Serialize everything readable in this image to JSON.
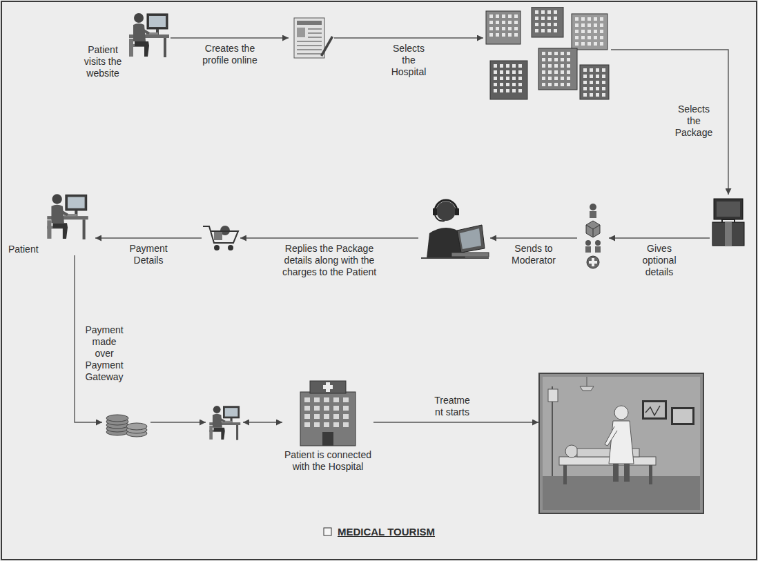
{
  "diagram": {
    "caption": "MEDICAL TOURISM",
    "nodes": [
      {
        "text": [
          "Patient visits the website"
        ]
      },
      {
        "text": []
      },
      {
        "text": []
      },
      {
        "text": []
      },
      {
        "text": []
      },
      {
        "text": []
      },
      {
        "text": []
      },
      {
        "text": [
          "Patient"
        ]
      },
      {
        "text": []
      },
      {
        "text": []
      },
      {
        "text": [
          "Patient is connected with the Hospital"
        ]
      },
      {
        "text": []
      }
    ],
    "edges": [
      {
        "from": 0,
        "to": 1,
        "label": "Creates the profile online",
        "arrow": "to"
      },
      {
        "from": 1,
        "to": 2,
        "label": "Selects the Hospital",
        "arrow": "to"
      },
      {
        "from": 2,
        "to": 3,
        "label": "Selects the Package",
        "arrow": "to"
      },
      {
        "from": 3,
        "to": 4,
        "label": "Gives optional details",
        "arrow": "to"
      },
      {
        "from": 4,
        "to": 5,
        "label": "Sends to Moderator",
        "arrow": "to"
      },
      {
        "from": 5,
        "to": 6,
        "label": "Replies the Package details along with the charges to the Patient",
        "arrow": "to"
      },
      {
        "from": 6,
        "to": 7,
        "label": "Payment Details",
        "arrow": "to"
      },
      {
        "from": 7,
        "to": 8,
        "label": "Payment made over Payment Gateway",
        "arrow": "to"
      },
      {
        "from": 8,
        "to": 9,
        "arrow": "to"
      },
      {
        "from": 9,
        "to": 10,
        "arrow": "both"
      },
      {
        "from": 10,
        "to": 11,
        "label": "Treatme nt starts",
        "arrow": "to"
      }
    ]
  }
}
